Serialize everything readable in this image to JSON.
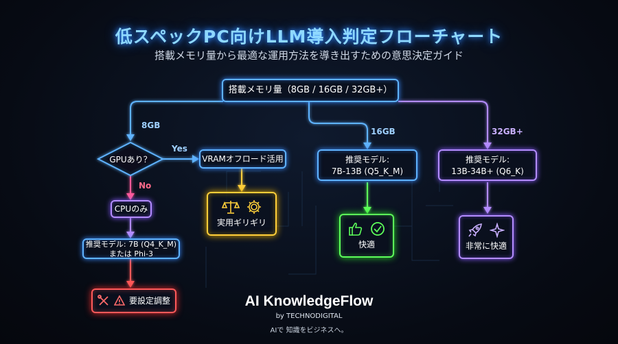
{
  "header": {
    "title": "低スペックPC向けLLM導入判定フローチャート",
    "subtitle": "搭載メモリ量から最適な運用方法を導き出すための意思決定ガイド"
  },
  "nodes": {
    "root": "搭載メモリ量（8GB / 16GB / 32GB+）",
    "gpu_question": "GPUあり？",
    "vram_offload": "VRAMオフロード活用",
    "practical_limit": "実用ギリギリ",
    "cpu_only": "CPUのみ",
    "rec_8gb_line1": "推奨モデル: 7B (Q4_K_M)",
    "rec_8gb_line2": "または Phi-3",
    "needs_config": "要設定調整",
    "rec_16gb_line1": "推奨モデル:",
    "rec_16gb_line2": "7B-13B (Q5_K_M)",
    "comfortable": "快適",
    "rec_32gb_line1": "推奨モデル:",
    "rec_32gb_line2": "13B-34B+ (Q6_K)",
    "very_comfortable": "非常に快適"
  },
  "edge_labels": {
    "gb8": "8GB",
    "gb16": "16GB",
    "gb32": "32GB+",
    "yes": "Yes",
    "no": "No"
  },
  "icons": {
    "practical_limit": [
      "scales-icon",
      "gear-icon"
    ],
    "needs_config": [
      "wrench-screwdriver-icon",
      "warning-icon"
    ],
    "comfortable": [
      "thumbs-up-icon",
      "check-circle-icon"
    ],
    "very_comfortable": [
      "rocket-icon",
      "sparkle-star-icon"
    ]
  },
  "brand": {
    "name": "AI KnowledgeFlow",
    "by": "by TECHNODIGITAL",
    "tagline": "AIで 知識をビジネスへ。"
  },
  "colors": {
    "blue": "#5fb3ff",
    "violet": "#b48cff",
    "yellow": "#ffcf3a",
    "green": "#5dff5a",
    "red": "#ff5a5a",
    "title": "#8ed8ff"
  }
}
